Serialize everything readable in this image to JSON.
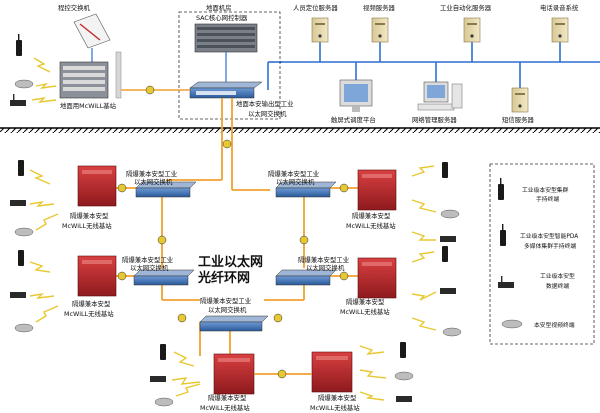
{
  "texts": {
    "program_switch": "程控交换机",
    "ground_room": "地面机房",
    "sac_controller": "SAC核心网控制器",
    "ground_basestation": "地面用McWiLL基站",
    "ground_switch_l1": "地面本安输出型工业",
    "ground_switch_l2": "以太网交换机",
    "srv_location": "人员定位服务器",
    "srv_video": "视频服务器",
    "srv_automation": "工业自动化服务器",
    "srv_phone": "电话录音系统",
    "touch_dispatch": "触屏式调度平台",
    "net_mgmt": "网络管理服务器",
    "sms_server": "短信服务器",
    "ring_line1": "工业以太网",
    "ring_line2": "光纤环网",
    "sw_l1": "隔爆兼本安型工业",
    "sw_l2": "以太网交换机",
    "bs_l1": "隔爆兼本安型",
    "bs_l2": "McWiLL无线基站",
    "legend_l1_1": "工业级本安型集群",
    "legend_l1_2": "手持终端",
    "legend_l2_1": "工业级本安型智能PDA",
    "legend_l2_2": "多媒体集群手持终端",
    "legend_l3_1": "工业级本安型",
    "legend_l3_2": "数据终端",
    "legend_l4_1": "本安型视频终端"
  },
  "colors": {
    "fiber": "#f0a030",
    "lan": "#2f6fd0",
    "bus": "#2f6fd0",
    "basestation": "#c0282c",
    "server": "#e6d7a8",
    "switch": "#3f76b8",
    "wireless": "#e8c832",
    "ground": "#000000"
  }
}
